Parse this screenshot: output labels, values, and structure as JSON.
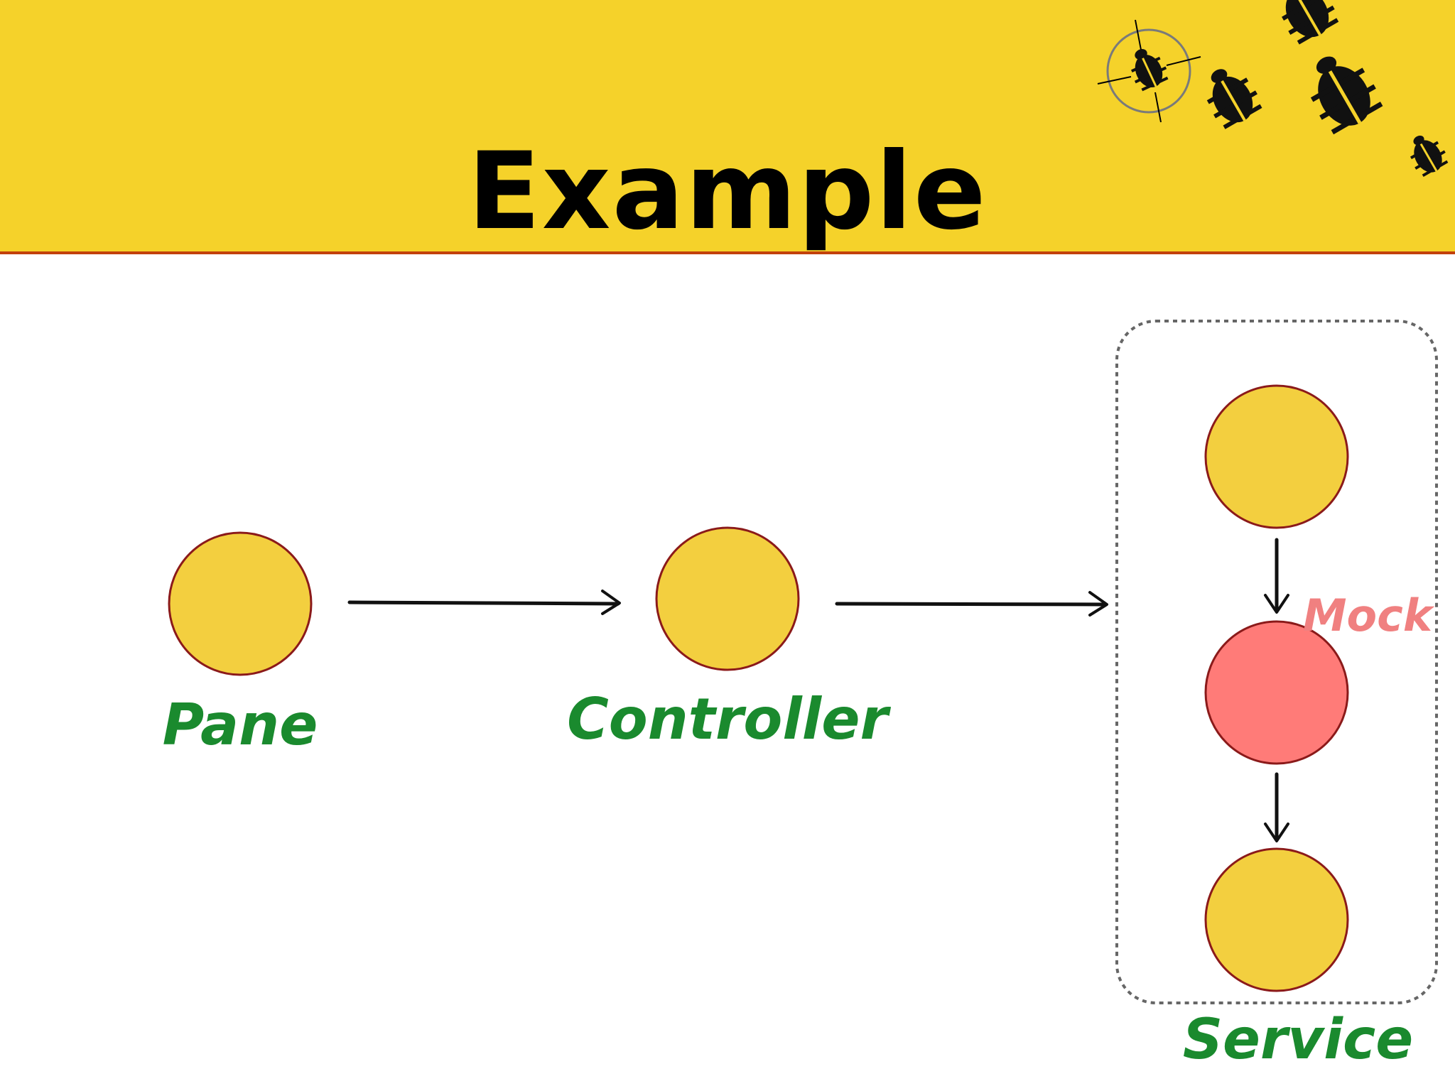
{
  "title": "Example",
  "colors": {
    "header_bg": "#f5d22a",
    "node_fill": "#f3cf3f",
    "node_stroke": "#8b1a1a",
    "mock_fill": "#ff7b78",
    "label_green": "#1a8a2e",
    "mock_label": "#f08080",
    "group_border": "#666666"
  },
  "icons": [
    "bug-icon",
    "crosshair-bug-icon"
  ],
  "diagram": {
    "nodes": [
      {
        "id": "pane",
        "label": "Pane"
      },
      {
        "id": "controller",
        "label": "Controller"
      },
      {
        "id": "service_top",
        "label": ""
      },
      {
        "id": "service_mock",
        "label": "Mock"
      },
      {
        "id": "service_bottom",
        "label": ""
      }
    ],
    "group": {
      "label": "Service"
    },
    "edges": [
      {
        "from": "pane",
        "to": "controller"
      },
      {
        "from": "controller",
        "to": "service"
      },
      {
        "from": "service_top",
        "to": "service_mock"
      },
      {
        "from": "service_mock",
        "to": "service_bottom"
      }
    ]
  }
}
